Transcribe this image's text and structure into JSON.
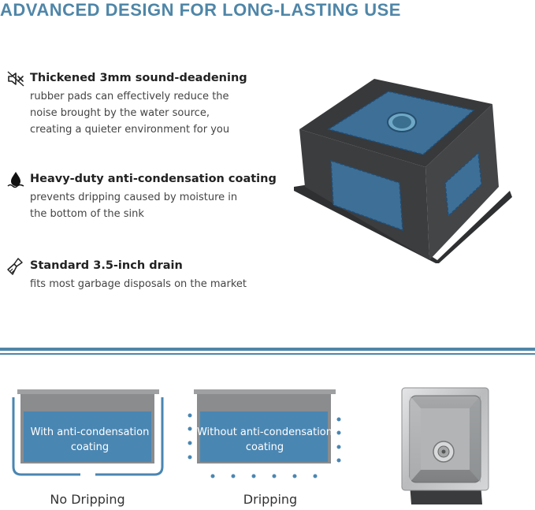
{
  "headline": "ADVANCED DESIGN FOR LONG-LASTING USE",
  "features": [
    {
      "icon": "speaker-mute-icon",
      "title": "Thickened 3mm sound-deadening",
      "desc_lines": [
        "rubber pads can effectively reduce the",
        "noise brought by the water source,",
        "creating a quieter environment for you"
      ]
    },
    {
      "icon": "water-drop-icon",
      "title": "Heavy-duty anti-condensation coating",
      "desc_lines": [
        "prevents dripping caused by moisture in",
        "the bottom of the sink"
      ]
    },
    {
      "icon": "brush-icon",
      "title": "Standard 3.5-inch drain",
      "desc_lines": [
        "fits most garbage disposals on the market"
      ]
    }
  ],
  "comparison": [
    {
      "box_lines": [
        "With anti-condensation",
        "coating"
      ],
      "label": "No Dripping"
    },
    {
      "box_lines": [
        "Without anti-condensation",
        "coating"
      ],
      "label": "Dripping"
    }
  ],
  "colors": {
    "accent": "#4f86a8",
    "box_blue": "#4a86b2",
    "pad_blue": "#3e6f96",
    "sink_dark": "#3a3b3d"
  }
}
